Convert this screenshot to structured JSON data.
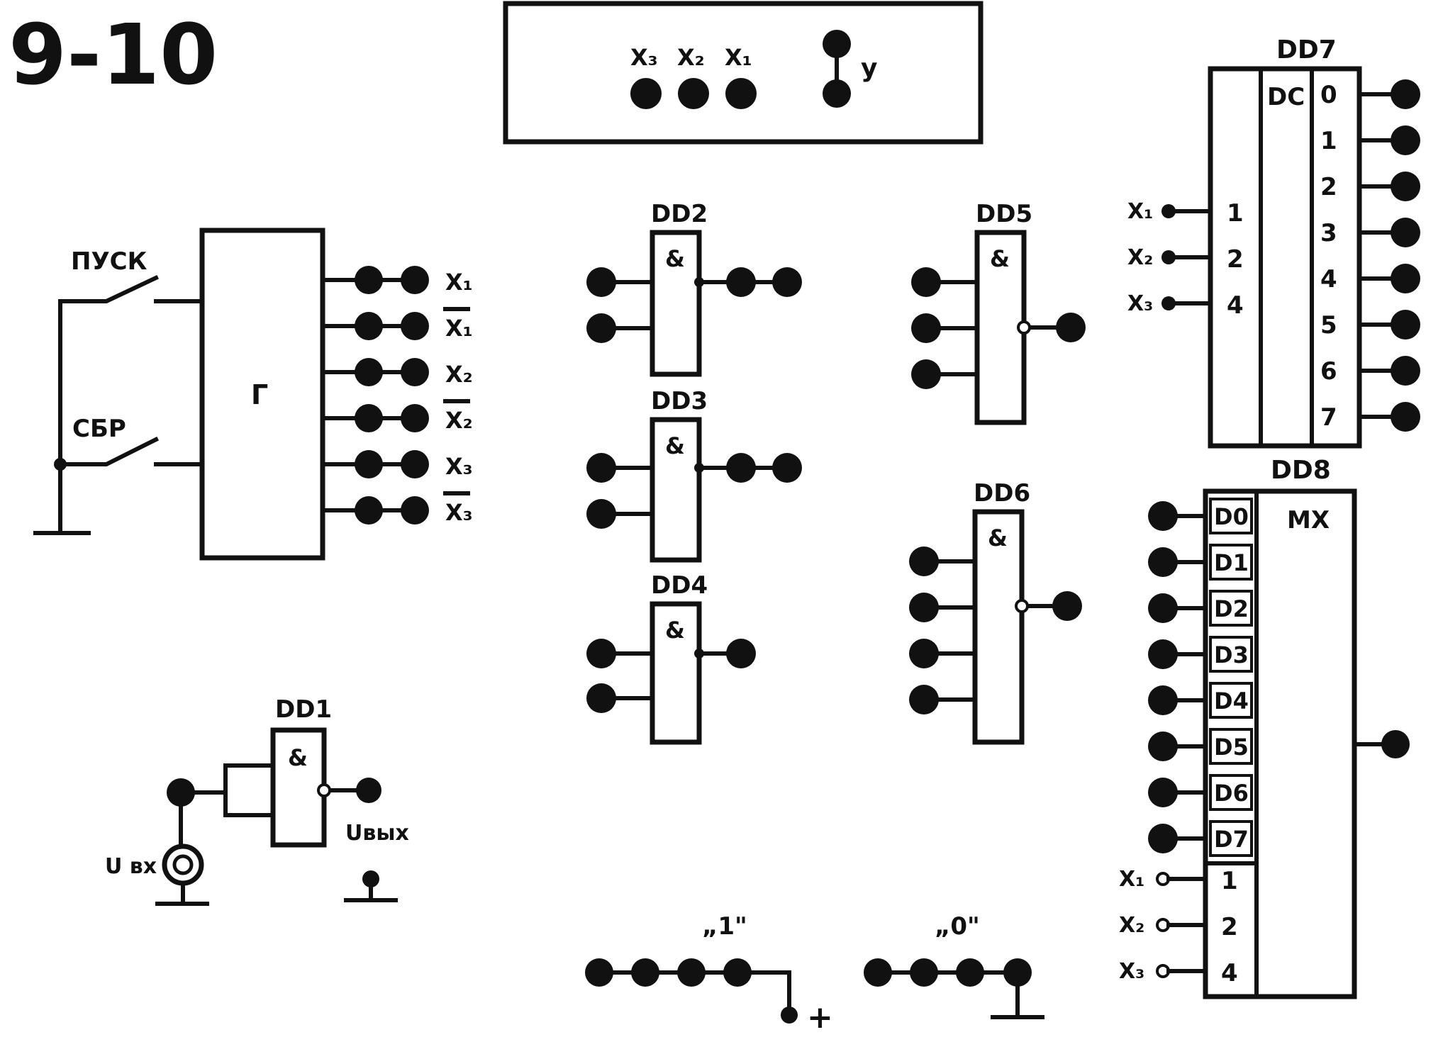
{
  "title": "9-10",
  "indicator": {
    "x3": "X₃",
    "x2": "X₂",
    "x1": "X₁",
    "y": "y"
  },
  "generator": {
    "start_label": "ПУСК",
    "reset_label": "СБР",
    "block_label": "Г",
    "outputs": [
      "X₁",
      "X₁",
      "X₂",
      "X₂",
      "X₃",
      "X₃"
    ],
    "inverted": [
      false,
      true,
      false,
      true,
      false,
      true
    ]
  },
  "gates": {
    "dd1": {
      "name": "DD1",
      "symbol": "&",
      "uin": "U вх",
      "uout": "Uвых"
    },
    "dd2": {
      "name": "DD2",
      "symbol": "&"
    },
    "dd3": {
      "name": "DD3",
      "symbol": "&"
    },
    "dd4": {
      "name": "DD4",
      "symbol": "&"
    },
    "dd5": {
      "name": "DD5",
      "symbol": "&"
    },
    "dd6": {
      "name": "DD6",
      "symbol": "&"
    }
  },
  "dd7": {
    "name": "DD7",
    "type": "DC",
    "inputs": [
      "X₁",
      "X₂",
      "X₃"
    ],
    "weights": [
      "1",
      "2",
      "4"
    ],
    "outputs": [
      "0",
      "1",
      "2",
      "3",
      "4",
      "5",
      "6",
      "7"
    ]
  },
  "dd8": {
    "name": "DD8",
    "type": "MX",
    "data_inputs": [
      "D0",
      "D1",
      "D2",
      "D3",
      "D4",
      "D5",
      "D6",
      "D7"
    ],
    "select_inputs": [
      "X₁",
      "X₂",
      "X₃"
    ],
    "weights": [
      "1",
      "2",
      "4"
    ]
  },
  "logic_one": {
    "label": "„1\"",
    "plus": "+"
  },
  "logic_zero": {
    "label": "„0\""
  }
}
